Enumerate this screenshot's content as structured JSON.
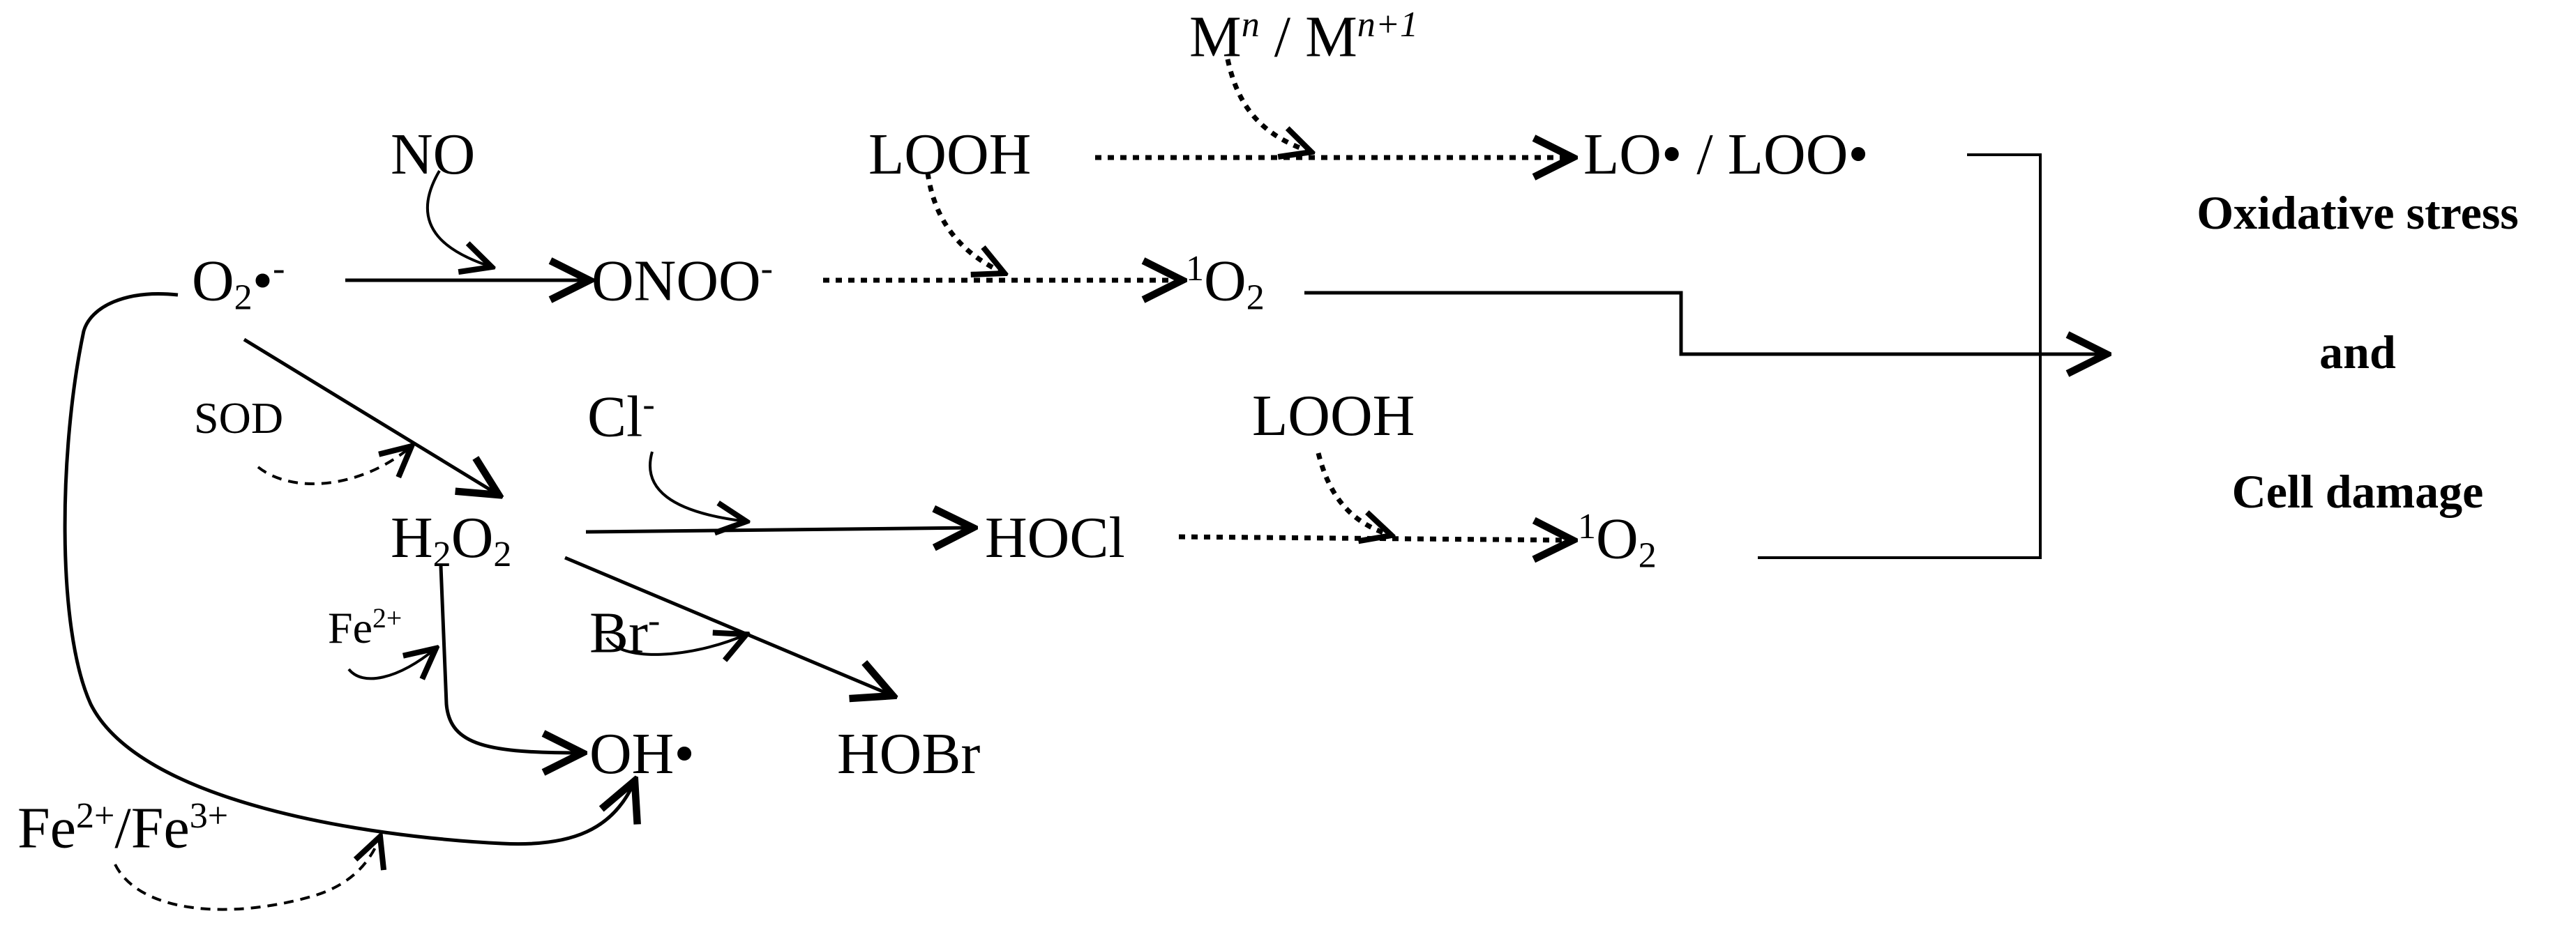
{
  "species": {
    "superoxide": "O₂•⁻",
    "nitric_oxide": "NO",
    "peroxynitrite": "ONOO⁻",
    "lipid_hydroperoxide_top": "LOOH",
    "metal_pair": "Mⁿ / Mⁿ⁺¹",
    "lipid_radicals": "LO• / LOO•",
    "singlet_oxygen_top": "¹O₂",
    "sod": "SOD",
    "chloride": "Cl⁻",
    "lipid_hydroperoxide_mid": "LOOH",
    "hydrogen_peroxide": "H₂O₂",
    "hypochlorous_acid": "HOCl",
    "singlet_oxygen_mid": "¹O₂",
    "ferrous_small": "Fe²⁺",
    "bromide": "Br⁻",
    "hydroxyl_radical": "OH•",
    "hypobromous_acid": "HOBr",
    "iron_pair": "Fe²⁺/Fe³⁺"
  },
  "outcome": {
    "line1": "Oxidative stress",
    "line2": "and",
    "line3": "Cell damage"
  }
}
